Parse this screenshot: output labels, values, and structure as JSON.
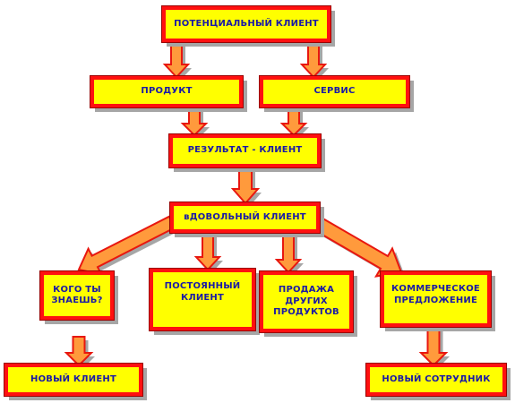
{
  "colors": {
    "box_fill": "#ffff00",
    "box_border": "#ff1010",
    "text": "#1a1aa6",
    "arrow_fill": "#ff9a3c",
    "arrow_stroke": "#e8170f",
    "shadow": "#a6a6a6"
  },
  "nodes": {
    "potential_client": "ПОТЕНЦИАЛЬНЫЙ КЛИЕНТ",
    "product": "ПРОДУКТ",
    "service": "СЕРВИС",
    "result_client": "РЕЗУЛЬТАТ - КЛИЕНТ",
    "satisfied_client": "вДОВОЛЬНЫЙ   КЛИЕНТ",
    "who_you_know": "КОГО ТЫ\nЗНАЕШЬ?",
    "regular_client": "ПОСТОЯННЫЙ\nКЛИЕНТ",
    "other_products": "ПРОДАЖА\nДРУГИХ\nПРОДУКТОВ",
    "commercial_offer": "КОММЕРЧЕСКОЕ\nПРЕДЛОЖЕНИЕ",
    "new_client": "НОВЫЙ КЛИЕНТ",
    "new_employee": "НОВЫЙ СОТРУДНИК"
  }
}
